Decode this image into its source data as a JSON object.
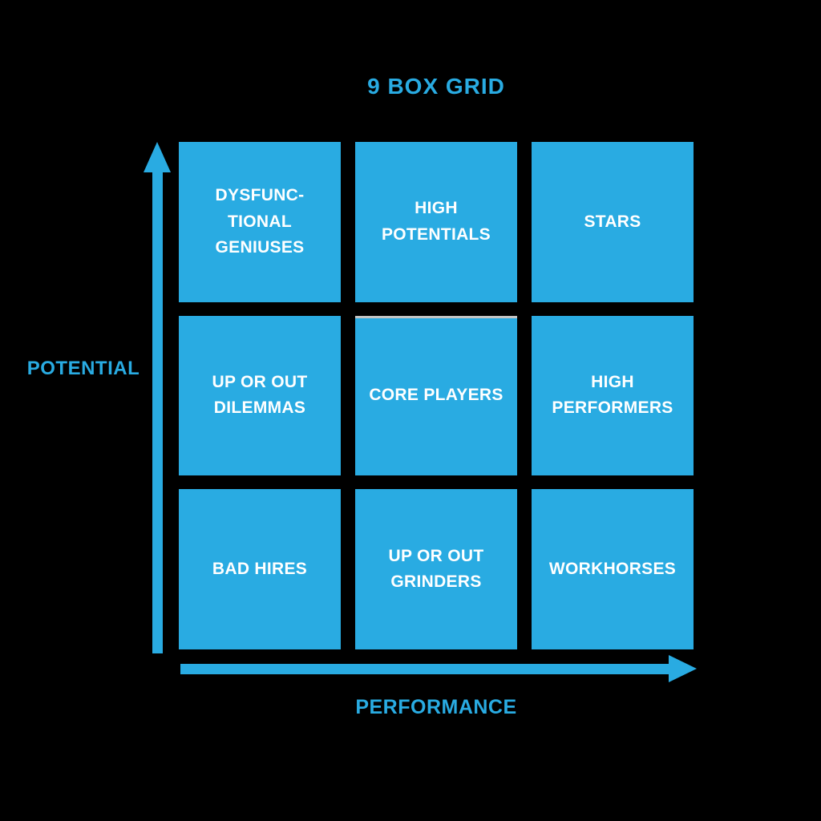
{
  "title": "9 BOX GRID",
  "y_axis": {
    "label": "POTENTIAL"
  },
  "x_axis": {
    "label": "PERFORMANCE"
  },
  "grid": {
    "rows": 3,
    "cols": 3,
    "cells": [
      {
        "position": "top-left",
        "label": "DYSFUNC-\nTIONAL\nGENIUSES"
      },
      {
        "position": "top-center",
        "label": "HIGH\nPOTENTIALS"
      },
      {
        "position": "top-right",
        "label": "STARS"
      },
      {
        "position": "middle-left",
        "label": "UP OR OUT\nDILEMMAS"
      },
      {
        "position": "middle-center",
        "label": "CORE PLAYERS",
        "has_top_strip": true
      },
      {
        "position": "middle-right",
        "label": "HIGH\nPERFORMERS"
      },
      {
        "position": "bottom-left",
        "label": "BAD HIRES"
      },
      {
        "position": "bottom-center",
        "label": "UP OR OUT\nGRINDERS"
      },
      {
        "position": "bottom-right",
        "label": "WORKHORSES"
      }
    ]
  },
  "colors": {
    "accent_blue": "#29ABE2",
    "box_fill": "#29ABE2",
    "box_text": "#FFFFFF",
    "background": "#000000",
    "center_box_top_strip": "#C4C4C4"
  }
}
